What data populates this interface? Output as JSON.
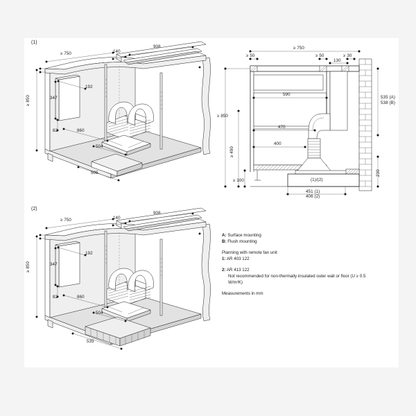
{
  "document": {
    "type": "installation-drawing",
    "units_note": "Measurements in mm"
  },
  "views": {
    "view1": {
      "label": "(1)",
      "dimensions": {
        "ceiling_depth": "≥ 750",
        "hood_offset": "140",
        "hood_length": "908",
        "cabinet_width": "192",
        "cabinet_height": "347",
        "cabinet_base": "82",
        "room_height": "≥ 850",
        "counter_depth": "860",
        "cooktop_width": "504",
        "base_width": "505"
      }
    },
    "view2": {
      "label": "(2)",
      "dimensions": {
        "ceiling_depth": "≥ 750",
        "hood_offset": "140",
        "hood_length": "908",
        "cabinet_width": "192",
        "cabinet_height": "347",
        "cabinet_base": "82",
        "room_height": "≥ 850",
        "counter_depth": "860",
        "cooktop_width": "504",
        "base_width": "535"
      }
    },
    "section": {
      "dimensions": {
        "top_total": "≥ 750",
        "gap_left": "≥ 50",
        "gap_mid": "≥ 50",
        "gap_right": "≥ 30",
        "duct_width": "130",
        "inner_590": "590",
        "inner_470": "470",
        "inner_400": "400",
        "height_850": "≥ 850",
        "height_490": "≥ 490",
        "height_100": "≥ 100",
        "right_a": "535 (A)",
        "right_b": "538 (B)",
        "plinth_height": "230",
        "base_label": "(1)/(2)",
        "base_451": "451 (1)",
        "base_406": "406 (2)"
      }
    }
  },
  "legend": {
    "mounting": [
      {
        "key": "A:",
        "text": "Surface mounting"
      },
      {
        "key": "B:",
        "text": "Flush mounting"
      }
    ],
    "planning_heading": "Planning with remote fan unit",
    "item1_key": "1:",
    "item1_text": "AR 403 122",
    "item2_key": "2:",
    "item2_text": "AR 413 122",
    "item2_note": "Not recommended for non-thermally insulated outer wall or floor (U ≥ 0.5 W/m²K)",
    "units": "Measurements in mm"
  },
  "colors": {
    "background": "#f4f4f4",
    "sheet": "#ffffff",
    "line": "#1b1b1b",
    "dimline": "#555555"
  }
}
